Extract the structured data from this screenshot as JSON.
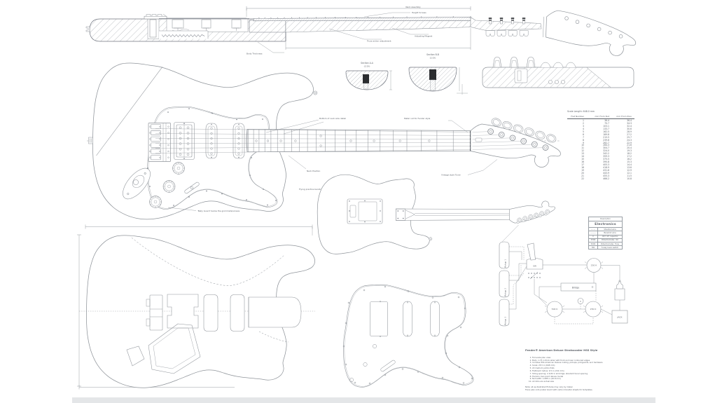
{
  "sheet": {
    "background": "#ffffff",
    "line_color": "#8f949a",
    "bottom_strip_color": "#e4e6e8"
  },
  "labels": {
    "dim_neck": "Neck Assembly",
    "top_l1": "Height Screws",
    "top_l2": "Adjusting Magnet",
    "top_l3": "Truss action adjustment",
    "body_thickness": "Body Thickness",
    "neck_detail": "Bottom of neck side detail",
    "metal_nut": "Metal nut for Fender style",
    "neck_position": "Neck Position",
    "edge_note": "Flying practice bending",
    "belly_note": "'Belly Guard' below the grommets/screws",
    "vintage_tuner": "Vintage style Tuner"
  },
  "sections": {
    "a": {
      "title": "Section A-A",
      "scale": "(2.5X)"
    },
    "b": {
      "title": "Section B-B",
      "scale": "(2.5X)"
    }
  },
  "fret_table": {
    "scale_label": "Scale Length: 648.0 mm",
    "columns": [
      "Fret Number",
      "mm From Nut",
      "mm From Prev"
    ],
    "rows": [
      [
        "1",
        "36.4",
        "36.4"
      ],
      [
        "2",
        "70.7",
        "34.3"
      ],
      [
        "3",
        "103.1",
        "32.4"
      ],
      [
        "4",
        "133.7",
        "30.6"
      ],
      [
        "5",
        "162.5",
        "28.9"
      ],
      [
        "6",
        "189.8",
        "27.2"
      ],
      [
        "7",
        "215.5",
        "25.7"
      ],
      [
        "8",
        "239.8",
        "24.3"
      ],
      [
        "9",
        "262.7",
        "22.9"
      ],
      [
        "10",
        "284.3",
        "21.6"
      ],
      [
        "11",
        "304.7",
        "20.4"
      ],
      [
        "12",
        "324.0",
        "19.3"
      ],
      [
        "13",
        "342.2",
        "18.2"
      ],
      [
        "14",
        "359.3",
        "17.2"
      ],
      [
        "15",
        "375.5",
        "16.2"
      ],
      [
        "16",
        "390.8",
        "15.3"
      ],
      [
        "17",
        "405.3",
        "14.4"
      ],
      [
        "18",
        "418.9",
        "13.6"
      ],
      [
        "19",
        "431.8",
        "12.9"
      ],
      [
        "20",
        "443.9",
        "12.1"
      ],
      [
        "21",
        "455.3",
        "11.5"
      ],
      [
        "22",
        "466.2",
        "10.8"
      ]
    ]
  },
  "electronics": {
    "legend_header": "Description",
    "legend_title": "Electronics",
    "legend_rows": [
      [
        "— —",
        "Shielded wire"
      ],
      [
        "———",
        "Bare/hot wire"
      ],
      [
        "C",
        ".047 mF capacitor"
      ],
      [
        "250K",
        "Potentiometer, Vol"
      ],
      [
        "500K",
        "Potentiometer, Tone"
      ],
      [
        "SW",
        "5-way lever switch"
      ]
    ],
    "pickups": [
      "Pickup 1",
      "Pickup 2",
      "Pickup 3"
    ],
    "switch": "SW",
    "pot_top": "250 K",
    "pot_mid": "500 K",
    "pot_bottom": "250 K",
    "bridge": "Bridge",
    "cap": "C",
    "jack": "JACK"
  },
  "title_block": {
    "title": "Fender® American Deluxe Stratocaster HSS Style",
    "notes": [
      "Full-scale plan view",
      "Body: 1.75 in thick alder with front and rear contoured edges",
      "Includes HSS American Deluxe routing, pickups, pickguards, and hardware",
      "Scale: 25.5 in (648 mm)",
      "22 medium jumbo frets",
      "Fretboard radius: 9.5 in (241 mm)",
      "String spacing: 2-3/32 in at bridge; standard tuner spacing",
      "Tremolo: two-point deluxe model",
      "Nut width: 1.685 in (42.8 mm)",
      "All dims are actual size"
    ],
    "footnotes": [
      "Note: all as-illustrated fixtures may vary by maker.",
      "Trace plan onto poster board with carbon transfer sheets for templates."
    ]
  }
}
